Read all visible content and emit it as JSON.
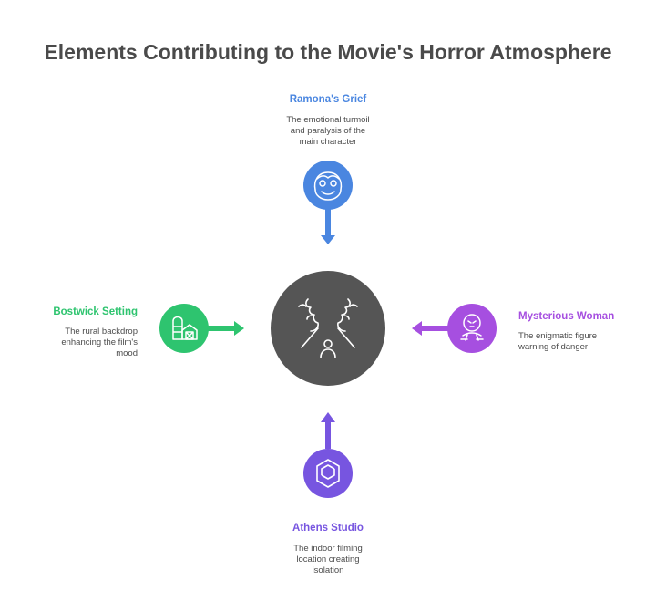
{
  "title": "Elements Contributing to the Movie's Horror Atmosphere",
  "colors": {
    "top": "#4a86e0",
    "left": "#2ec46f",
    "right": "#a64fe0",
    "bottom": "#7755e0",
    "hub": "#555555"
  },
  "nodes": {
    "top": {
      "label": "Ramona's Grief",
      "desc_lines": [
        "The emotional turmoil",
        "and paralysis of the",
        "main character"
      ],
      "icon": "face-icon"
    },
    "left": {
      "label": "Bostwick Setting",
      "desc_lines": [
        "The rural backdrop",
        "enhancing the film's",
        "mood"
      ],
      "icon": "farm-icon"
    },
    "right": {
      "label": "Mysterious Woman",
      "desc_lines": [
        "The enigmatic figure",
        "warning of danger"
      ],
      "icon": "alien-icon"
    },
    "bottom": {
      "label": "Athens Studio",
      "desc_lines": [
        "The indoor filming",
        "location creating",
        "isolation"
      ],
      "icon": "cube-icon"
    }
  },
  "hub": {
    "icon": "haunted-figure-icon"
  }
}
